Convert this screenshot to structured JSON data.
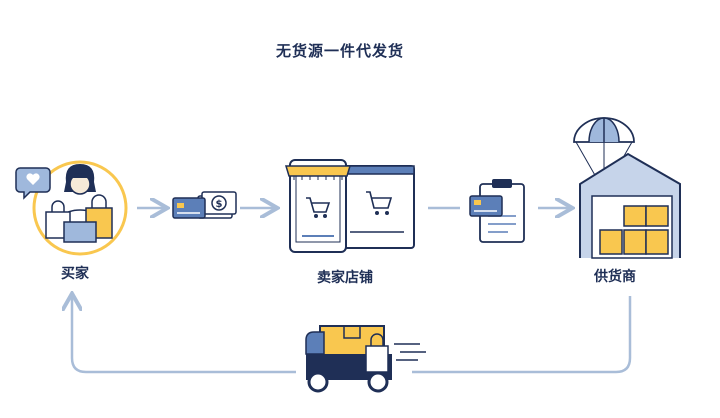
{
  "title": "无货源一件代发货",
  "nodes": {
    "buyer": "买家",
    "seller": "卖家店铺",
    "supplier": "供货商"
  },
  "icons": {
    "buyer": "buyer-with-shopping-bags-icon",
    "payment": "card-and-cash-icon",
    "seller": "online-store-phone-and-monitor-icon",
    "order": "card-and-order-clipboard-icon",
    "supplier": "warehouse-with-parachute-icon",
    "delivery": "delivery-truck-icon"
  },
  "colors": {
    "navy": "#1f2f56",
    "accent": "#f9c74f",
    "line": "#a9bdd8",
    "card": "#5c7fb8"
  }
}
